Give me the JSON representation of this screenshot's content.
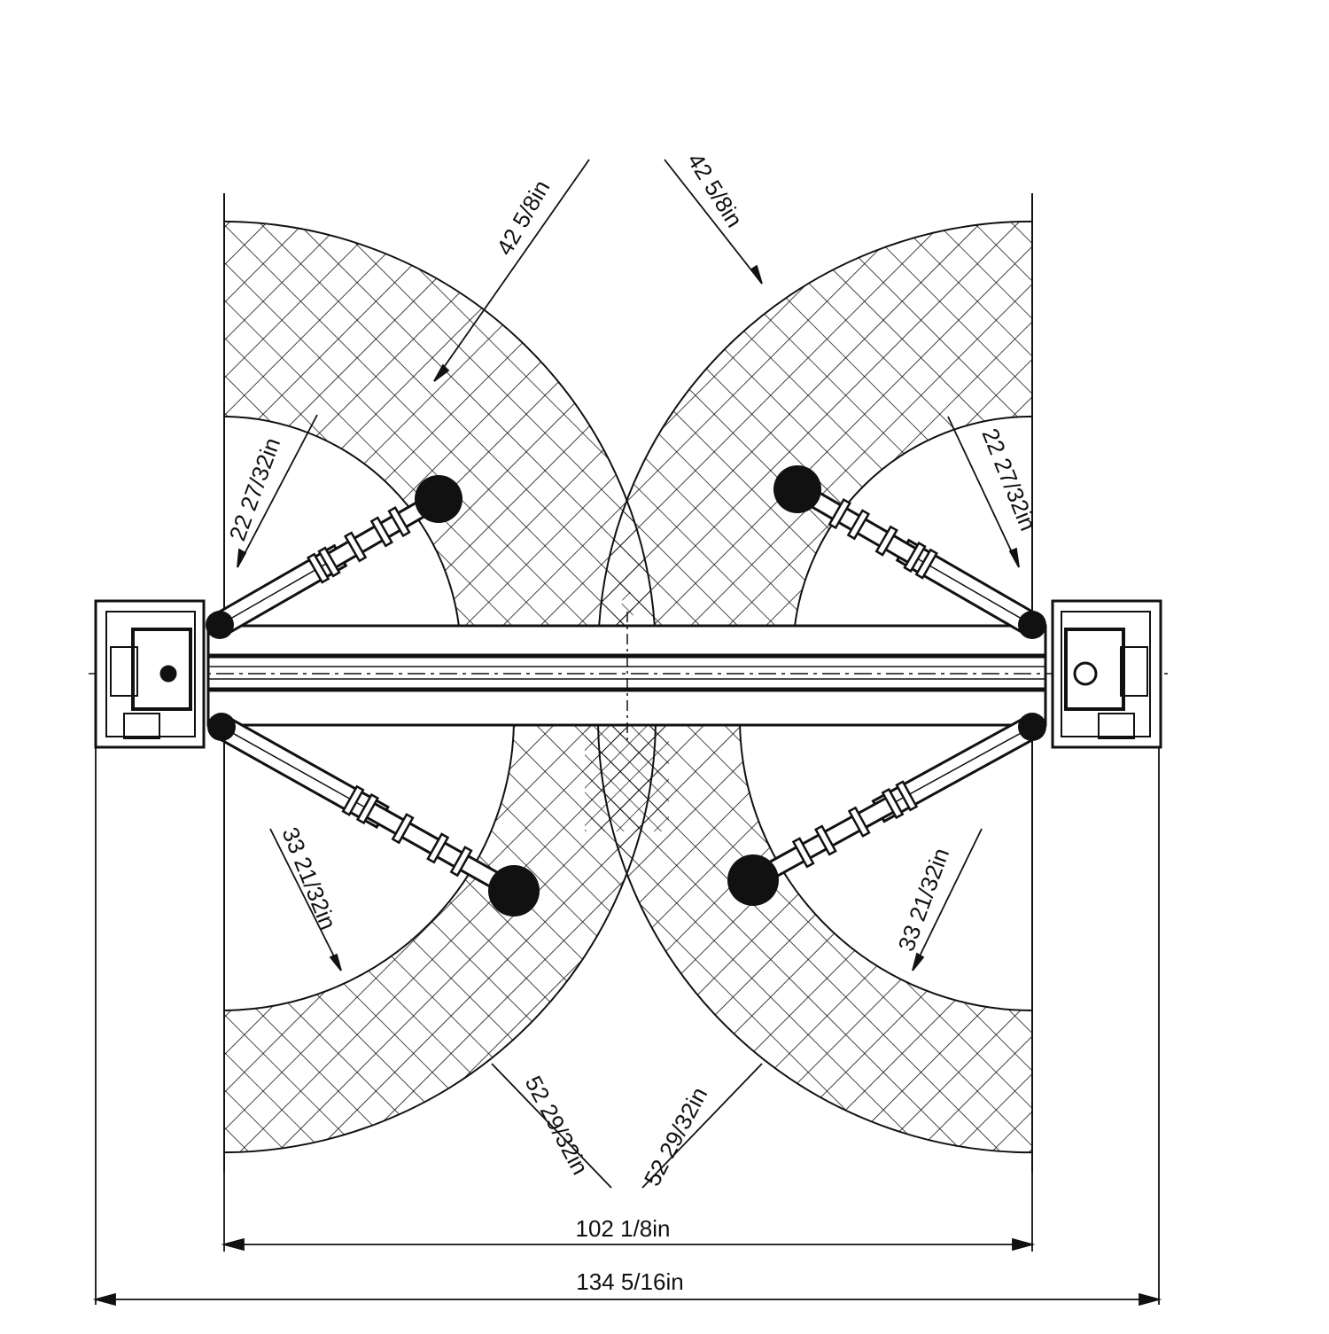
{
  "colors": {
    "ink": "#111111",
    "paper": "#ffffff"
  },
  "dimensions": {
    "top_left_arm_radius": "42 5/8in",
    "top_right_arm_radius": "42 5/8in",
    "left_upper_inner_radius": "22 27/32in",
    "right_upper_inner_radius": "22 27/32in",
    "left_lower_inner_radius": "33 21/32in",
    "right_lower_inner_radius": "33 21/32in",
    "bottom_left_arm_radius": "52 29/32in",
    "bottom_right_arm_radius": "52 29/32in",
    "inner_width": "102 1/8in",
    "overall_width": "134 5/16in"
  }
}
